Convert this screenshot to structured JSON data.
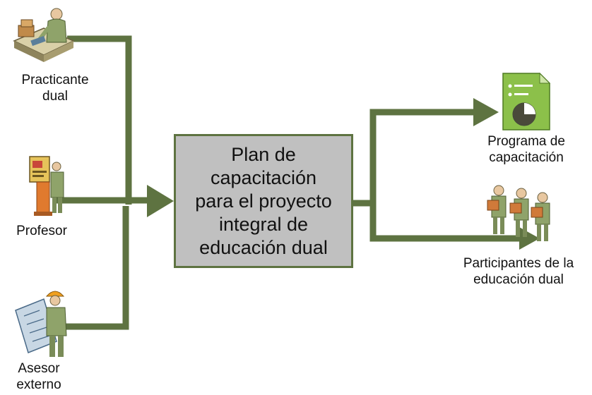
{
  "colors": {
    "connector": "#5e7341",
    "box_fill": "#c0c0c0",
    "box_border": "#5e7341"
  },
  "center": {
    "text": "Plan de\ncapacitación\npara el proyecto\nintegral de\neducación dual"
  },
  "inputs": [
    {
      "label_l1": "Practicante",
      "label_l2": "dual",
      "icon": "worker-at-desk-icon"
    },
    {
      "label_l1": "Profesor",
      "label_l2": "",
      "icon": "presenter-at-board-icon"
    },
    {
      "label_l1": "Asesor",
      "label_l2": "externo",
      "icon": "engineer-with-blueprint-icon"
    }
  ],
  "outputs": [
    {
      "label_l1": "Programa de",
      "label_l2": "capacitación",
      "icon": "document-with-chart-icon"
    },
    {
      "label_l1": "Participantes de la",
      "label_l2": "educación dual",
      "icon": "group-of-workers-icon"
    }
  ]
}
